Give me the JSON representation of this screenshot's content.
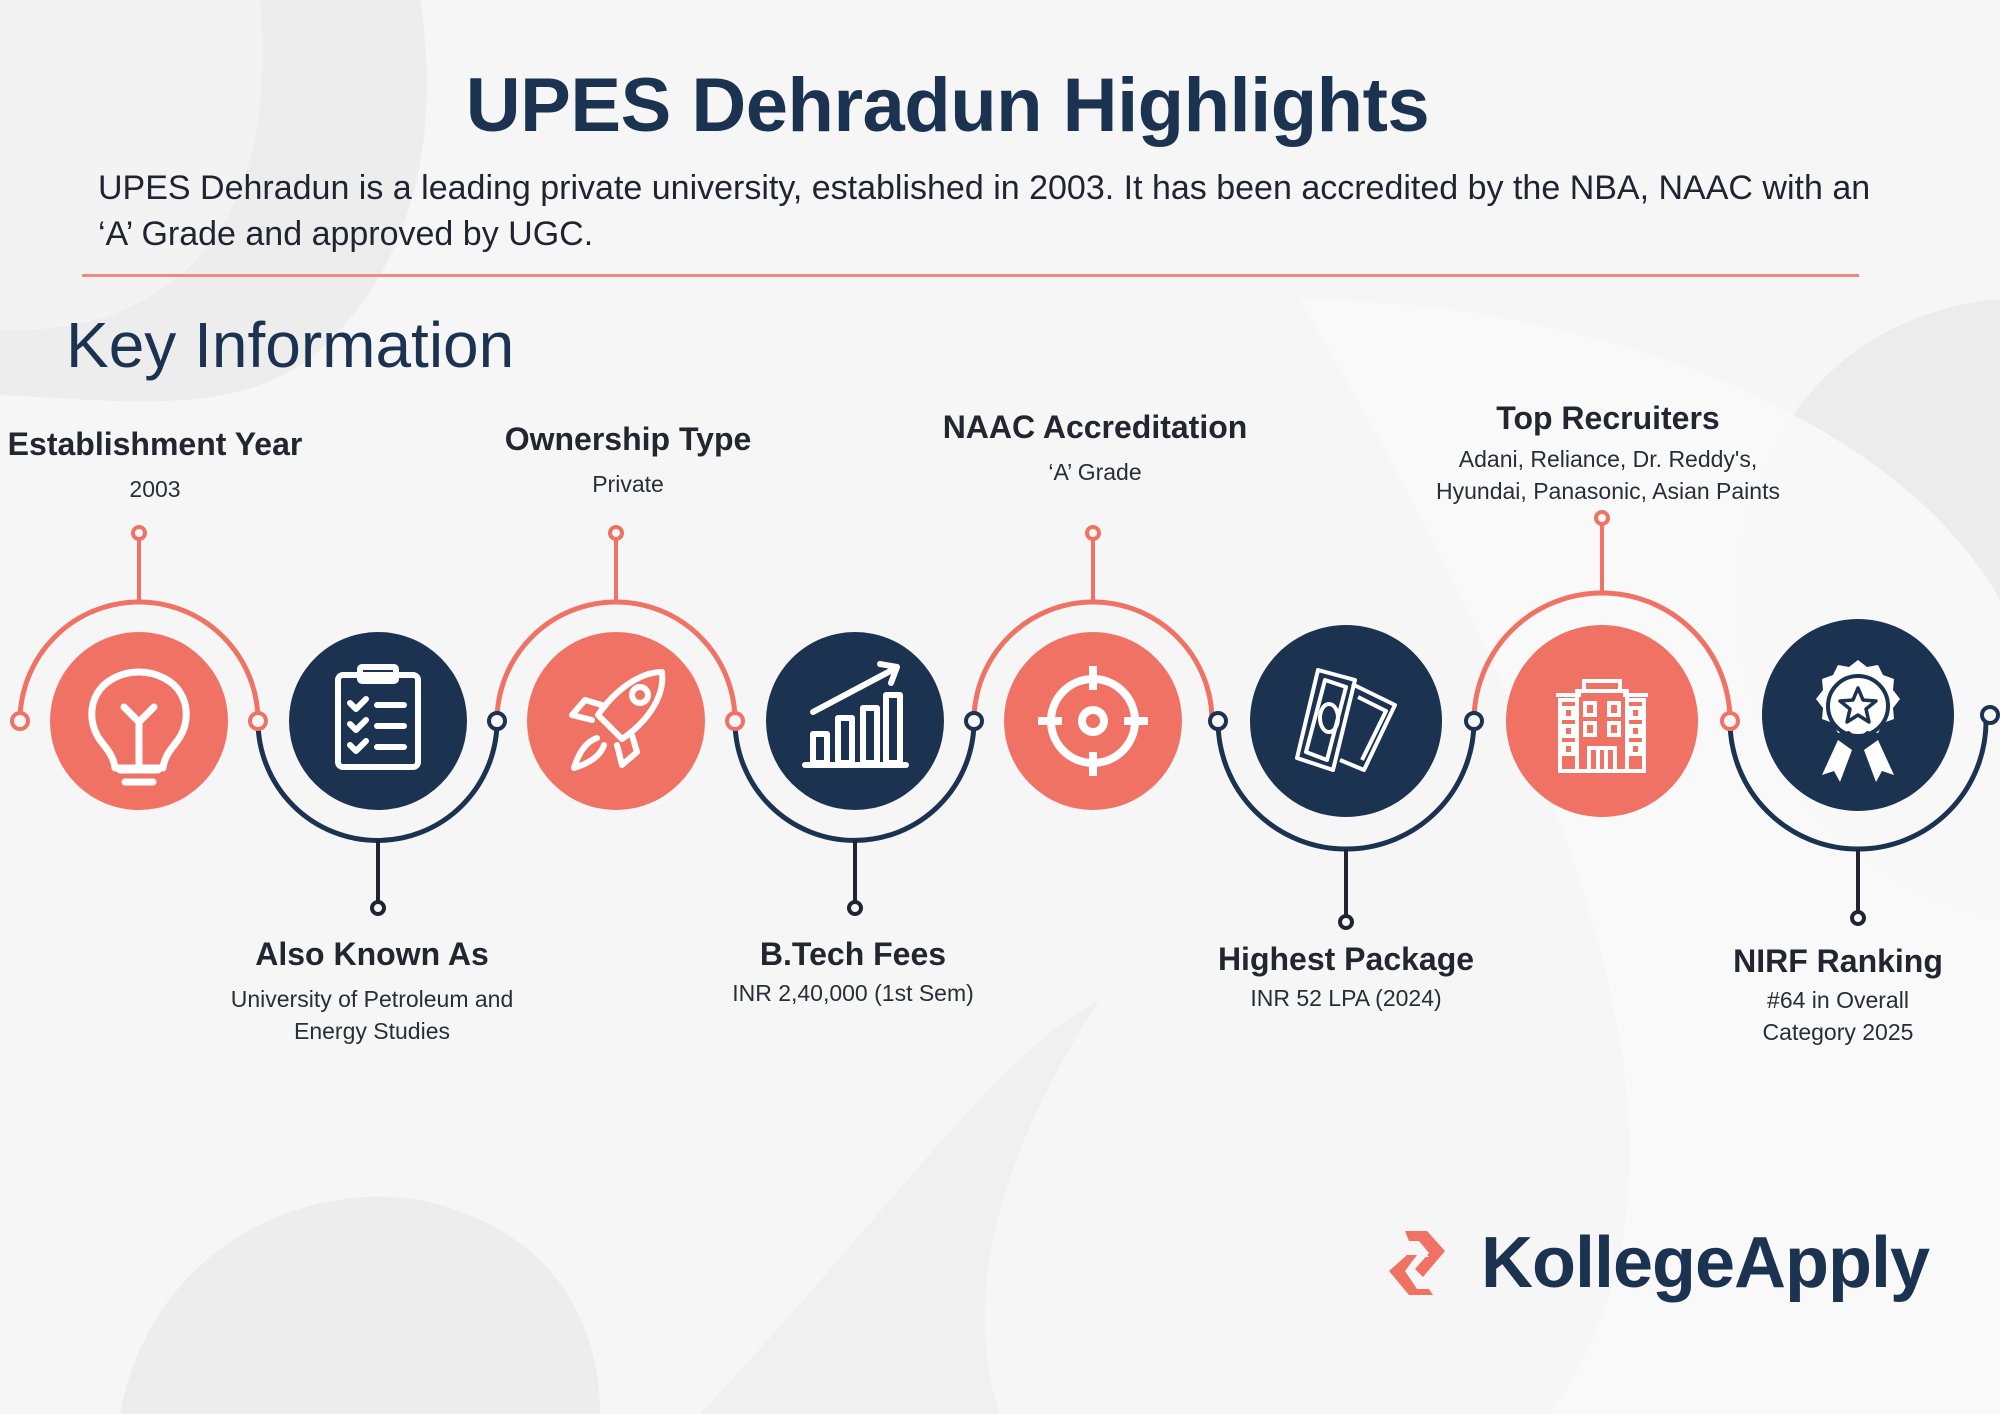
{
  "header": {
    "title": "UPES Dehradun Highlights",
    "intro": "UPES Dehradun is a leading private university, established in 2003. It has been accredited by the NBA, NAAC with an ‘A’ Grade and approved by UGC."
  },
  "section": {
    "title": "Key Information"
  },
  "colors": {
    "coral": "#F07264",
    "navy": "#1B3350",
    "divider": "#EE8B7F"
  },
  "items": [
    {
      "heading": "Establishment Year",
      "value": "2003",
      "icon": "lightbulb-icon",
      "color": "coral",
      "position": "top"
    },
    {
      "heading": "Also Known As",
      "value": "University of Petroleum and\nEnergy Studies",
      "icon": "clipboard-checklist-icon",
      "color": "navy",
      "position": "bottom"
    },
    {
      "heading": "Ownership Type",
      "value": "Private",
      "icon": "rocket-icon",
      "color": "coral",
      "position": "top"
    },
    {
      "heading": "B.Tech Fees",
      "value": "INR 2,40,000 (1st Sem)",
      "icon": "bar-chart-growth-icon",
      "color": "navy",
      "position": "bottom"
    },
    {
      "heading": "NAAC Accreditation",
      "value": "‘A’ Grade",
      "icon": "target-crosshair-icon",
      "color": "coral",
      "position": "top"
    },
    {
      "heading": "Highest Package",
      "value": "INR 52 LPA (2024)",
      "icon": "money-bills-icon",
      "color": "navy",
      "position": "bottom"
    },
    {
      "heading": "Top Recruiters",
      "value": "Adani, Reliance, Dr. Reddy's,\nHyundai, Panasonic, Asian Paints",
      "icon": "office-building-icon",
      "color": "coral",
      "position": "top"
    },
    {
      "heading": "NIRF Ranking",
      "value": "#64 in Overall\nCategory 2025",
      "icon": "award-badge-icon",
      "color": "navy",
      "position": "bottom"
    }
  ],
  "logo": {
    "text": "KollegeApply",
    "icon": "kollegeapply-chevron-logo-icon"
  }
}
